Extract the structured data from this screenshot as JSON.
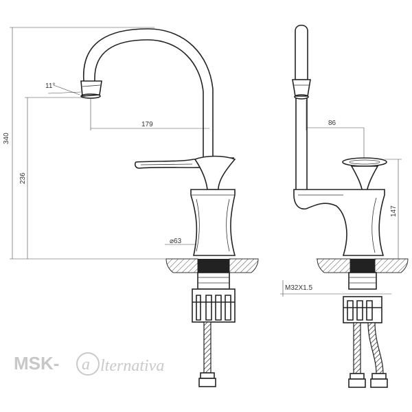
{
  "side_view": {
    "dim_total_height": "340",
    "dim_spout_height": "236",
    "dim_reach": "179",
    "dim_angle": "11°",
    "dim_base_diameter": "⌀63"
  },
  "front_view": {
    "dim_offset": "86",
    "dim_body_height": "147",
    "dim_thread": "M32X1.5"
  },
  "watermark": {
    "brand": "MSK-",
    "script": "lternativa",
    "at_symbol": "a"
  }
}
